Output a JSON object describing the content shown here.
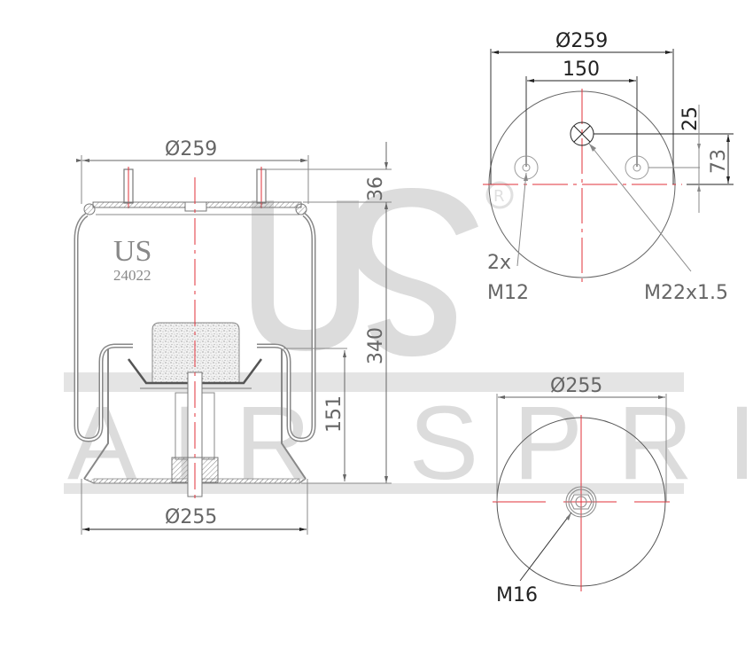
{
  "watermark": {
    "logo": "US",
    "subtitle": "AIR SPRING",
    "registered_mark": "®",
    "color": "#dcdcdc"
  },
  "side_view": {
    "brand_label": "US",
    "part_number": "24022",
    "dims": {
      "top_diameter": "Ø259",
      "stud_height": "36",
      "overall_height": "340",
      "piston_height": "151",
      "bottom_diameter": "Ø255"
    }
  },
  "top_view": {
    "dims": {
      "diameter": "Ø259",
      "stud_spacing": "150",
      "air_inlet_offset": "25",
      "stud_offset": "73"
    },
    "callouts": {
      "studs_qty": "2x",
      "studs_thread": "M12",
      "air_inlet_thread": "M22x1.5"
    }
  },
  "bottom_view": {
    "dims": {
      "diameter": "Ø255"
    },
    "callouts": {
      "bolt_thread": "M16"
    }
  },
  "colors": {
    "line": "#777777",
    "dark_line": "#222222",
    "centerline": "#e0303a",
    "watermark": "#dcdcdc"
  }
}
